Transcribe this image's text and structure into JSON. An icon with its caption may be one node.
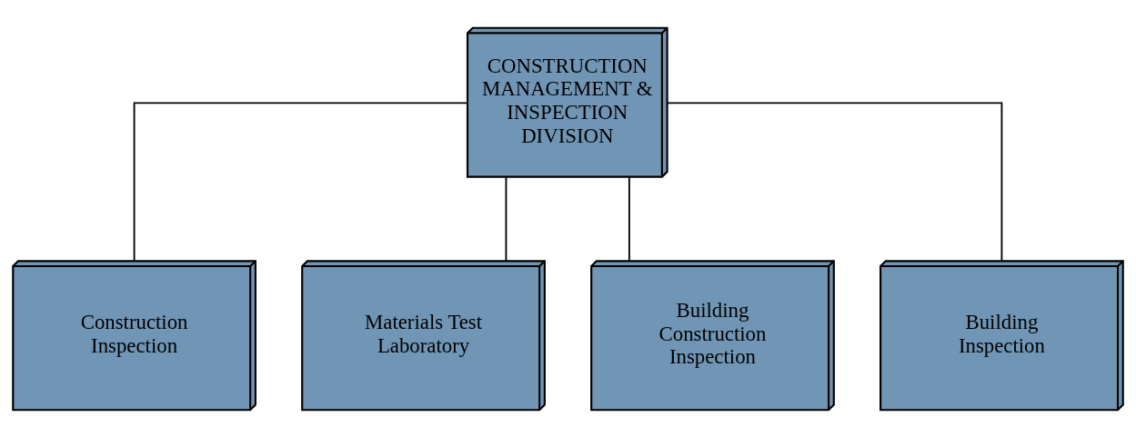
{
  "diagram": {
    "nodes": [
      {
        "text": [
          "CONSTRUCTION MANAGEMENT & INSPECTION DIVISION"
        ]
      },
      {
        "text": [
          "Construction Inspection"
        ]
      },
      {
        "text": [
          "Materials Test Laboratory"
        ]
      },
      {
        "text": [
          "Building Construction Inspection"
        ]
      },
      {
        "text": [
          "Building Inspection"
        ]
      }
    ],
    "edges": [
      {
        "from": 0,
        "to": 1,
        "arrow": "none"
      },
      {
        "from": 0,
        "to": 2,
        "arrow": "none"
      },
      {
        "from": 0,
        "to": 3,
        "arrow": "none"
      },
      {
        "from": 0,
        "to": 4,
        "arrow": "none"
      }
    ]
  }
}
